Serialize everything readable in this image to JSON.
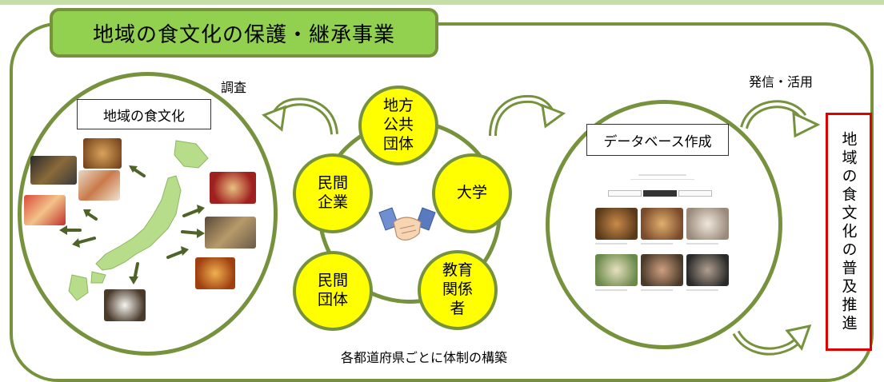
{
  "title": "地域の食文化の保護・継承事業",
  "left_panel": {
    "label": "地域の食文化"
  },
  "survey_label": "調査",
  "center": {
    "top": [
      "地方",
      "公共",
      "団体"
    ],
    "left": [
      "民間",
      "企業"
    ],
    "right": [
      "大学"
    ],
    "bottom_left": [
      "民間",
      "団体"
    ],
    "bottom_right": [
      "教育",
      "関係",
      "者"
    ],
    "caption": "各都道府県ごとに体制の構築"
  },
  "right_panel": {
    "label": "データベース作成"
  },
  "dissemination_label": "発信・活用",
  "result": {
    "text": "地域の食文化の普及推進"
  },
  "colors": {
    "frame": "#76923c",
    "title_fill": "#92d050",
    "node_fill": "#ffff00",
    "result_border": "#e00000",
    "map_fill": "#b7dd8a"
  },
  "icons": [
    "japan-map-icon",
    "handshake-icon",
    "database-screenshot-icon",
    "curved-arrow-icon"
  ]
}
